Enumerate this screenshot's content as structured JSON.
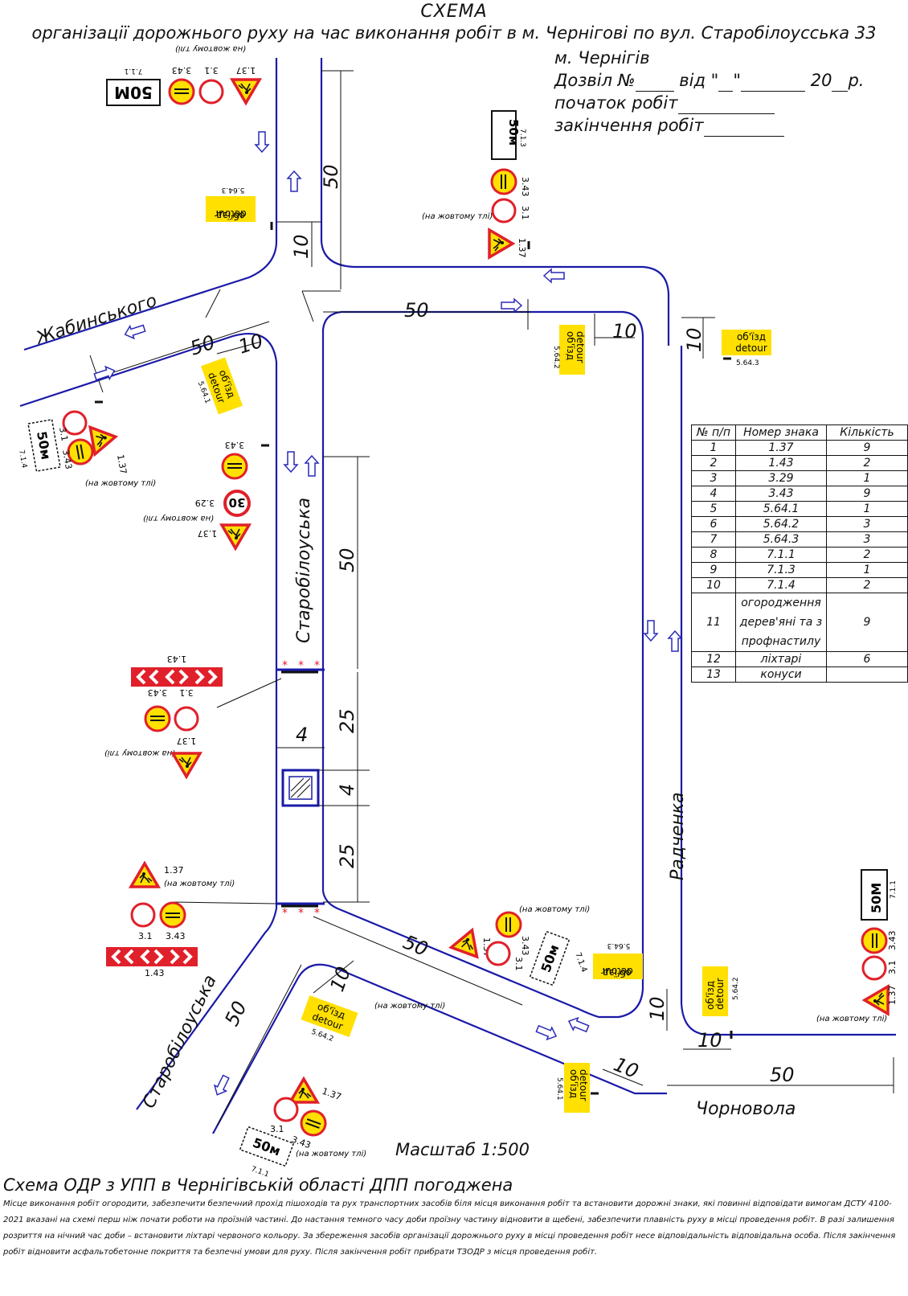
{
  "header": {
    "title": "СХЕМА",
    "subtitle": "організації дорожнього руху на час виконання робіт в м. Чернігові по вул. Старобілоусська 33"
  },
  "permit": {
    "city": "м. Чернігів",
    "permit_prefix": "Дозвіл №",
    "permit_from": "від \"",
    "permit_mid": "\"",
    "permit_year": "20",
    "permit_suffix": "р.",
    "start_label": "початок робіт",
    "end_label": "закінчення робіт"
  },
  "streets": {
    "zhabynskoho": "Жабинського",
    "starobilouska_mid": "Старобілоуська",
    "starobilouska_low": "Старобілоуська",
    "radchenka": "Радченка",
    "chornovola": "Чорновола"
  },
  "dimensions": [
    "50",
    "10",
    "50",
    "10",
    "10",
    "50",
    "10",
    "50",
    "25",
    "4",
    "4",
    "25",
    "50",
    "10",
    "10",
    "10",
    "10",
    "50",
    "50"
  ],
  "signs": {
    "detour_ua": "об'їзд",
    "detour_en": "detour",
    "dist_50": "50м",
    "dist_50_plain": "50M",
    "speed_30": "30",
    "on_yellow": "(на жовтому тлі)",
    "codes": {
      "c137": "1.37",
      "c31": "3.1",
      "c343": "3.43",
      "c143": "1.43",
      "c329": "3.29",
      "c5641": "5.64.1",
      "c5642": "5.64.2",
      "c5643": "5.64.3",
      "c711": "7.1.1",
      "c713": "7.1.3",
      "c714": "7.1.4"
    }
  },
  "legend": {
    "headers": [
      "№ п/п",
      "Номер знака",
      "Кількість"
    ],
    "rows": [
      [
        "1",
        "1.37",
        "9"
      ],
      [
        "2",
        "1.43",
        "2"
      ],
      [
        "3",
        "3.29",
        "1"
      ],
      [
        "4",
        "3.43",
        "9"
      ],
      [
        "5",
        "5.64.1",
        "1"
      ],
      [
        "6",
        "5.64.2",
        "3"
      ],
      [
        "7",
        "5.64.3",
        "3"
      ],
      [
        "8",
        "7.1.1",
        "2"
      ],
      [
        "9",
        "7.1.3",
        "1"
      ],
      [
        "10",
        "7.1.4",
        "2"
      ],
      [
        "11",
        "огородження дерев'яні та з профнастилу",
        "9"
      ],
      [
        "12",
        "ліхтарі",
        "6"
      ],
      [
        "13",
        "конуси",
        ""
      ]
    ]
  },
  "scale": "Масштаб 1:500",
  "footer": {
    "title": "Схема ОДР з УПП в Чернігівській області ДПП погоджена",
    "body": "Місце виконання робіт огородити, забезпечити безпечний прохід пішоходів та рух транспортних засобів біля місця виконання робіт та встановити дорожні знаки, які повинні відповідати вимогам ДСТУ 4100-2021 вказані на схемі перш ніж почати роботи на проїзній частині. До настання темного часу доби проїзну частину відновити в щебені, забезпечити плавність руху в місці проведення робіт. В разі залишення розриття на нічний час доби – встановити ліхтарі червоного кольору. За збереження засобів організації дорожнього руху в місці проведення робіт несе відповідальність відповідальна особа. Після закінчення робіт відновити асфальтобетонне покриття та безпечні умови для руху. Після закінчення робіт прибрати ТЗОДР з місця проведення робіт."
  },
  "colors": {
    "road": "#1a1aa8",
    "sign_red": "#e0202a",
    "sign_yellow": "#ffe000",
    "arrow": "#2a2ab8"
  }
}
